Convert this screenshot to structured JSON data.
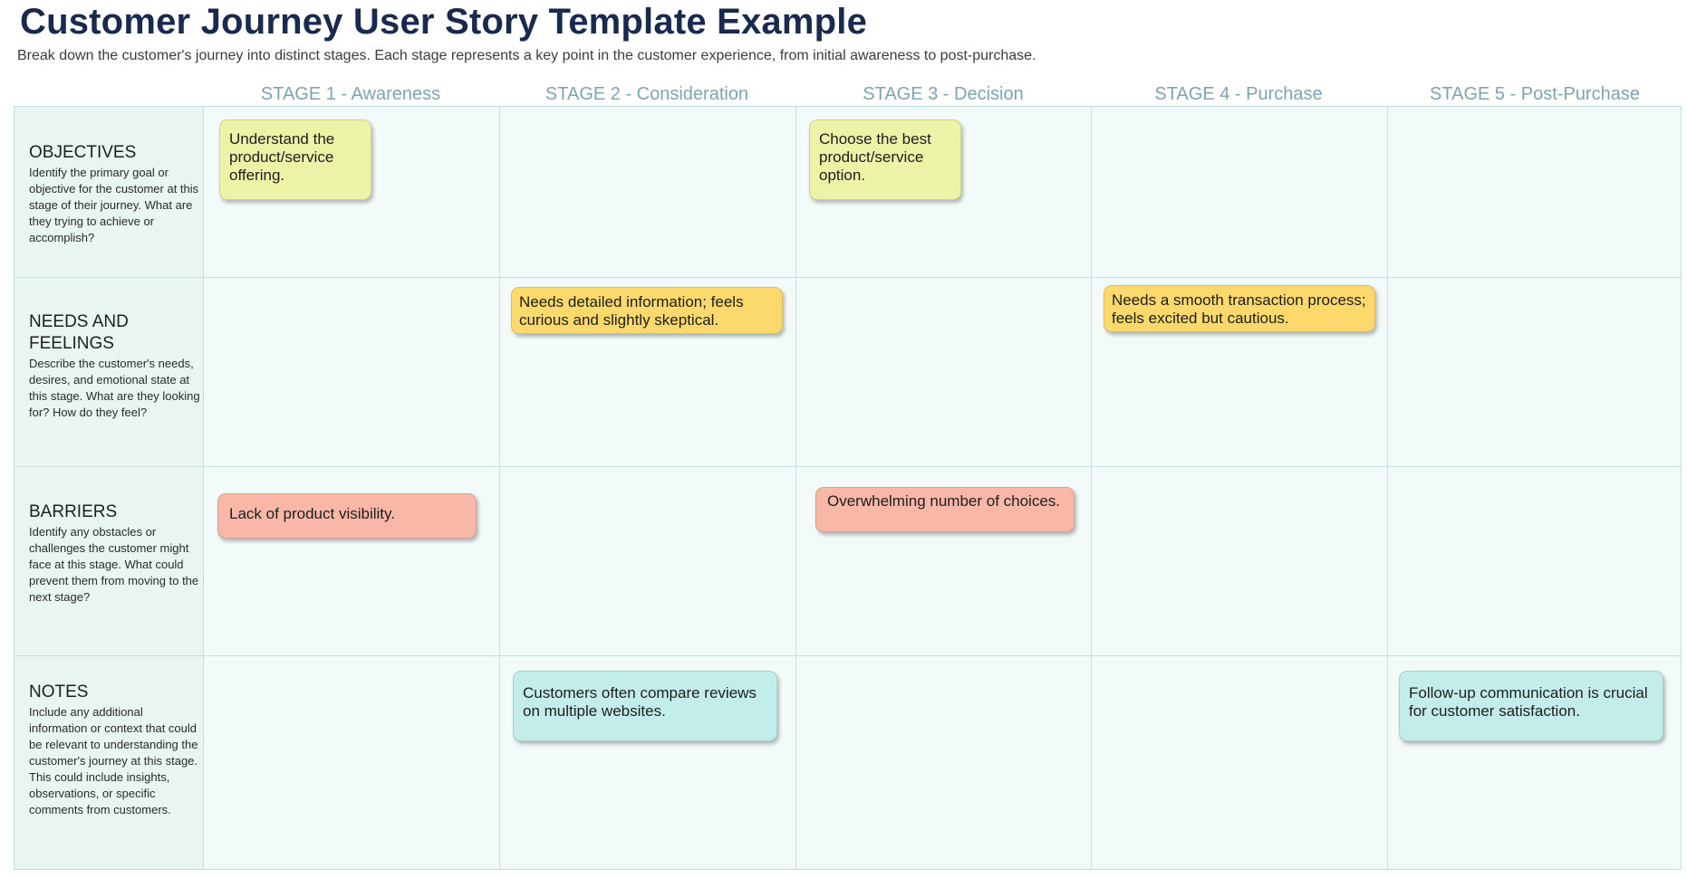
{
  "header": {
    "title": "Customer Journey User Story Template Example",
    "subtitle": "Break down the customer's journey into distinct stages. Each stage represents a key point in the customer experience, from initial awareness to post-purchase."
  },
  "stages": [
    "STAGE 1 - Awareness",
    "STAGE 2 - Consideration",
    "STAGE 3 - Decision",
    "STAGE 4 - Purchase",
    "STAGE 5 - Post-Purchase"
  ],
  "rows": [
    {
      "title": "OBJECTIVES",
      "description": "Identify the primary goal or objective for the customer at this stage of their journey. What are they trying to achieve or accomplish?"
    },
    {
      "title": "NEEDS AND FEELINGS",
      "description": "Describe the customer's needs, desires, and emotional state at this stage. What are they looking for? How do they feel?"
    },
    {
      "title": "BARRIERS",
      "description": "Identify any obstacles or challenges the customer might face at this stage. What could prevent them from moving to the next stage?"
    },
    {
      "title": "NOTES",
      "description": "Include any additional information or context that could be relevant to understanding the customer's journey at this stage. This could include insights, observations, or specific comments from customers."
    }
  ],
  "notes": {
    "objectives_stage1": "Understand the product/service offering.",
    "objectives_stage3": "Choose the best product/service option.",
    "needs_stage2": "Needs detailed information; feels curious and slightly skeptical.",
    "needs_stage4": "Needs a smooth transaction process; feels excited but cautious.",
    "barriers_stage1": "Lack of product visibility.",
    "barriers_stage3": "Overwhelming number of choices.",
    "notes_stage2": "Customers often compare reviews on multiple websites.",
    "notes_stage5": "Follow-up communication is crucial for customer satisfaction."
  },
  "colors": {
    "title": "#1a2a4f",
    "stage_header": "#7fa3b0",
    "grid_line": "#c2dede",
    "cell_bg": "#f2fafa",
    "label_bg": "#e8f5f3",
    "objective_note": "#ecf2a6",
    "needs_note": "#fcd96d",
    "barrier_note": "#f9b7a8",
    "notes_note": "#c3ede8"
  }
}
